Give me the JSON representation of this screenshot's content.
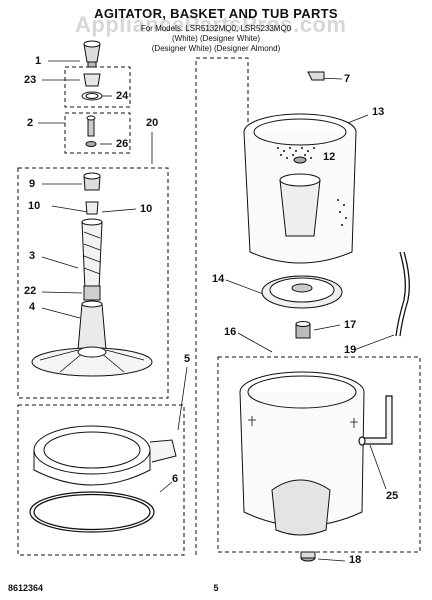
{
  "header": {
    "title": "AGITATOR, BASKET AND TUB PARTS",
    "sub1": "For Models: LSR5132MQ0, LSR5233MQ0",
    "sub2": "(White)          (Designer White)",
    "sub3": "(Designer White) (Designer Almond)"
  },
  "watermark": {
    "text": "AppliancePartsPros.com"
  },
  "footer": {
    "code": "8612364",
    "page": "5"
  },
  "callouts": [
    "1",
    "23",
    "24",
    "2",
    "26",
    "20",
    "9",
    "10",
    "10",
    "3",
    "22",
    "4",
    "5",
    "6",
    "7",
    "13",
    "12",
    "14",
    "17",
    "16",
    "19",
    "25",
    "18"
  ],
  "icons": {
    "agitator": "agitator-icon",
    "basket": "basket-icon",
    "tub": "tub-icon",
    "ring": "balance-ring-icon",
    "gasket": "gasket-icon",
    "hose": "hose-icon",
    "nut": "nut-icon"
  },
  "colors": {
    "line": "#111111",
    "dash": "#111111",
    "background": "#ffffff"
  }
}
